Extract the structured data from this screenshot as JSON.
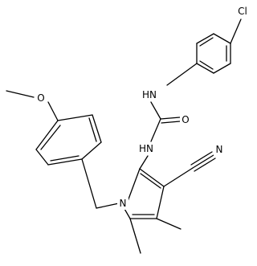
{
  "atom_labels": {
    "chlorine": "Cl",
    "urea_nh_top": "HN",
    "urea_oxygen": "O",
    "urea_nh_bottom": "HN",
    "nitrile_nitrogen": "N",
    "methoxy_oxygen": "O",
    "pyrrole_nitrogen": "N"
  },
  "colors": {
    "bond": "#000000",
    "label": "#000000",
    "background": "#ffffff"
  }
}
